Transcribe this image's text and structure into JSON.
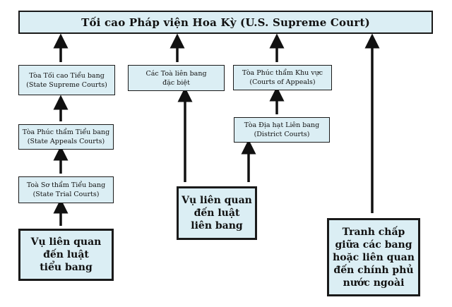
{
  "supreme": {
    "label": "Tối cao Pháp viện Hoa Kỳ (U.S. Supreme Court)"
  },
  "state_column": {
    "supreme_courts": {
      "line1": "Tòa Tối cao Tiểu bang",
      "line2": "(State Supreme Courts)"
    },
    "appeals_courts": {
      "line1": "Tòa Phúc thẩm Tiểu bang",
      "line2": "(State Appeals Courts)"
    },
    "trial_courts": {
      "line1": "Toà Sơ thẩm Tiểu bang",
      "line2": "(State Trial Courts)"
    },
    "cases": {
      "line1": "Vụ liên quan",
      "line2": "đến luật",
      "line3": "tiểu bang"
    }
  },
  "special_column": {
    "special_courts": {
      "line1": "Các Toà liên bang",
      "line2": "đặc biệt"
    }
  },
  "federal_cases": {
    "line1": "Vụ liên quan",
    "line2": "đến luật",
    "line3": "liên bang"
  },
  "federal_column": {
    "appeals_courts": {
      "line1": "Tòa Phúc thẩm Khu vực",
      "line2": "(Courts of Appeals)"
    },
    "district_courts": {
      "line1": "Tòa Địa hạt Liên bang",
      "line2": "(District Courts)"
    }
  },
  "disputes": {
    "line1": "Tranh chấp",
    "line2": "giữa các bang",
    "line3": "hoặc liên quan",
    "line4": "đến chính phủ",
    "line5": "nước ngoài"
  }
}
